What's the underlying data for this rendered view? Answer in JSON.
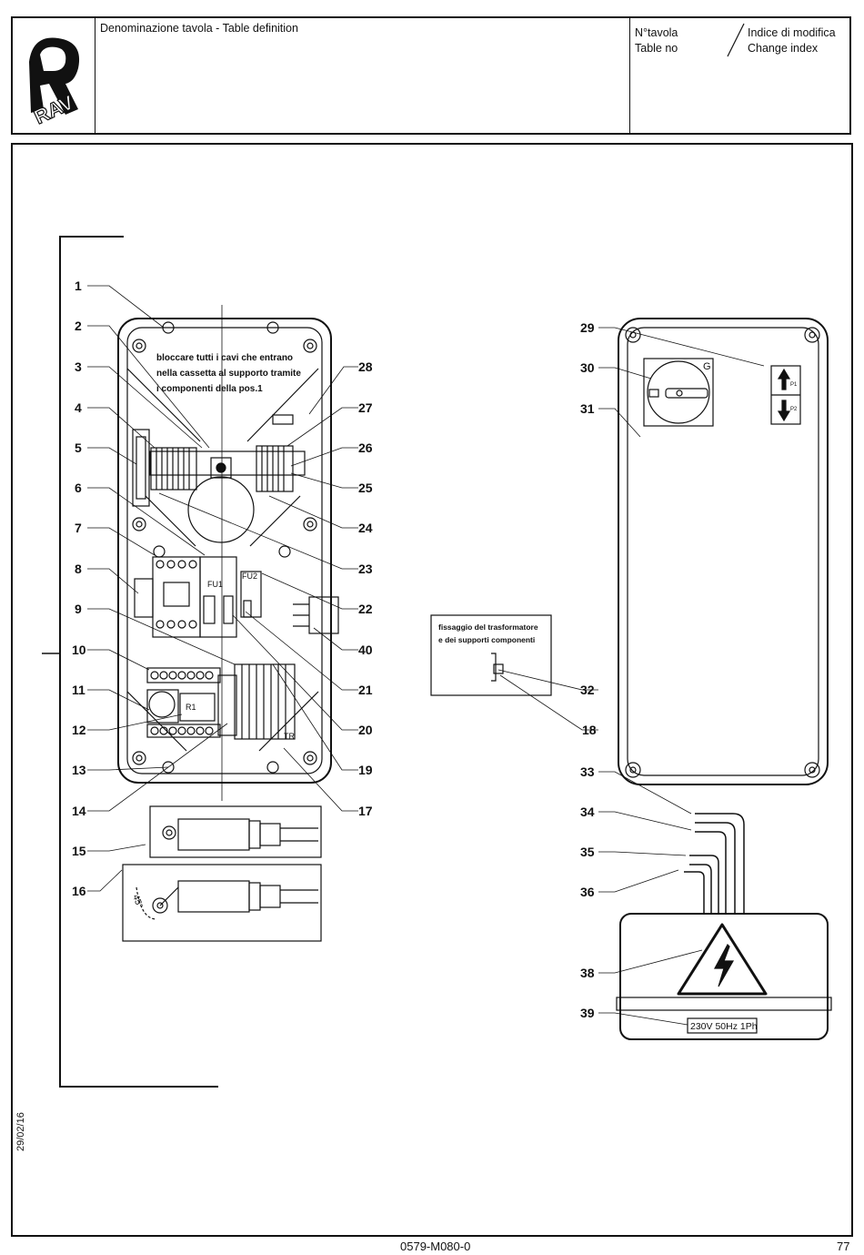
{
  "header": {
    "title_label": "Denominazione tavola - Table definition",
    "table_no_label_it": "N°tavola",
    "table_no_label_en": "Table no",
    "change_index_label_it": "Indice di modifica",
    "change_index_label_en": "Change index",
    "logo_text": "RAV"
  },
  "diagram": {
    "note_box": [
      "bloccare tutti i cavi che entrano",
      "nella cassetta al supporto tramite",
      "i componenti della pos.1"
    ],
    "detail_note": [
      "fissaggio del trasformatore",
      "e dei supporti componenti"
    ],
    "labels": {
      "fu1": "FU1",
      "r1": "R1",
      "g": "G",
      "tr": "TR",
      "p1": "P1",
      "p2": "P2",
      "fu2": "FU2"
    },
    "voltage": "230V 50Hz 1Ph",
    "angle": "45°",
    "callouts_left": [
      "1",
      "2",
      "3",
      "4",
      "5",
      "6",
      "7",
      "8",
      "9",
      "10",
      "11",
      "12",
      "13",
      "14",
      "15",
      "16"
    ],
    "callouts_mid": [
      "28",
      "27",
      "26",
      "25",
      "24",
      "23",
      "22",
      "40",
      "21",
      "20",
      "19",
      "17"
    ],
    "callouts_right": [
      "29",
      "30",
      "31",
      "32",
      "18",
      "33",
      "34",
      "35",
      "36",
      "38",
      "39"
    ]
  },
  "footer": {
    "date": "29/02/16",
    "doc_number": "0579-M080-0",
    "page": "77"
  }
}
